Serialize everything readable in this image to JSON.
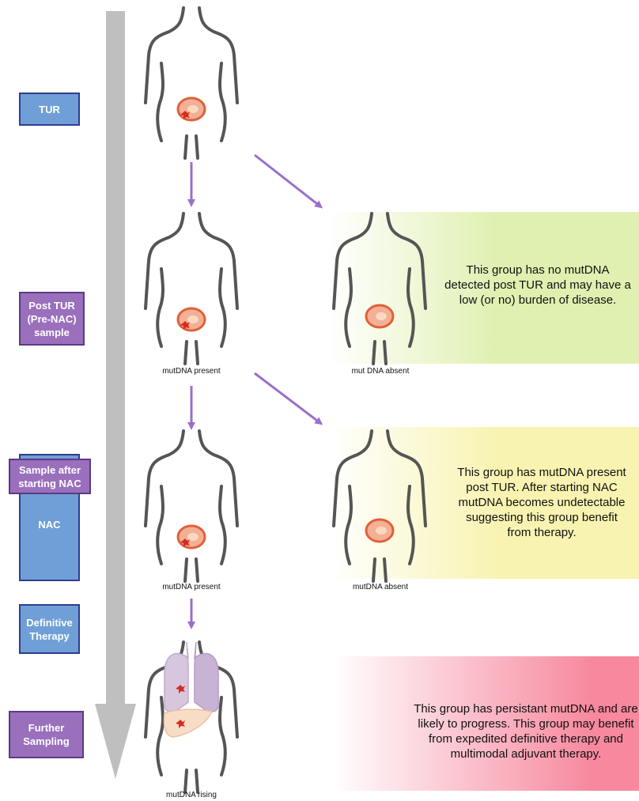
{
  "stages": {
    "tur": "TUR",
    "post_tur": "Post TUR (Pre-NAC) sample",
    "sample_after_nac": "Sample after starting  NAC",
    "nac": "NAC",
    "definitive": "Definitive Therapy",
    "further": "Further Sampling"
  },
  "captions": {
    "present1": "mutDNA present",
    "absent1": "mut DNA absent",
    "present2": "mutDNA present",
    "absent2": "mutDNA absent",
    "rising": "mutDNA rising"
  },
  "panels": {
    "green": "This group has no mutDNA detected post TUR  and may have a low (or no) burden of disease.",
    "yellow": "This group has mutDNA present post TUR. After starting NAC mutDNA becomes undetectable suggesting this group benefit from therapy.",
    "red": "This group has persistant mutDNA and are likely to progress. This group may benefit from expedited definitive therapy and multimodal adjuvant therapy."
  },
  "colors": {
    "stage_blue": "#6f9fd6",
    "stage_purple": "#9a6fbc",
    "arrow": "#9b6fc9",
    "panel_green": "#dff0b0",
    "panel_yellow": "#f8f3b0",
    "panel_red": "#f7889e"
  }
}
